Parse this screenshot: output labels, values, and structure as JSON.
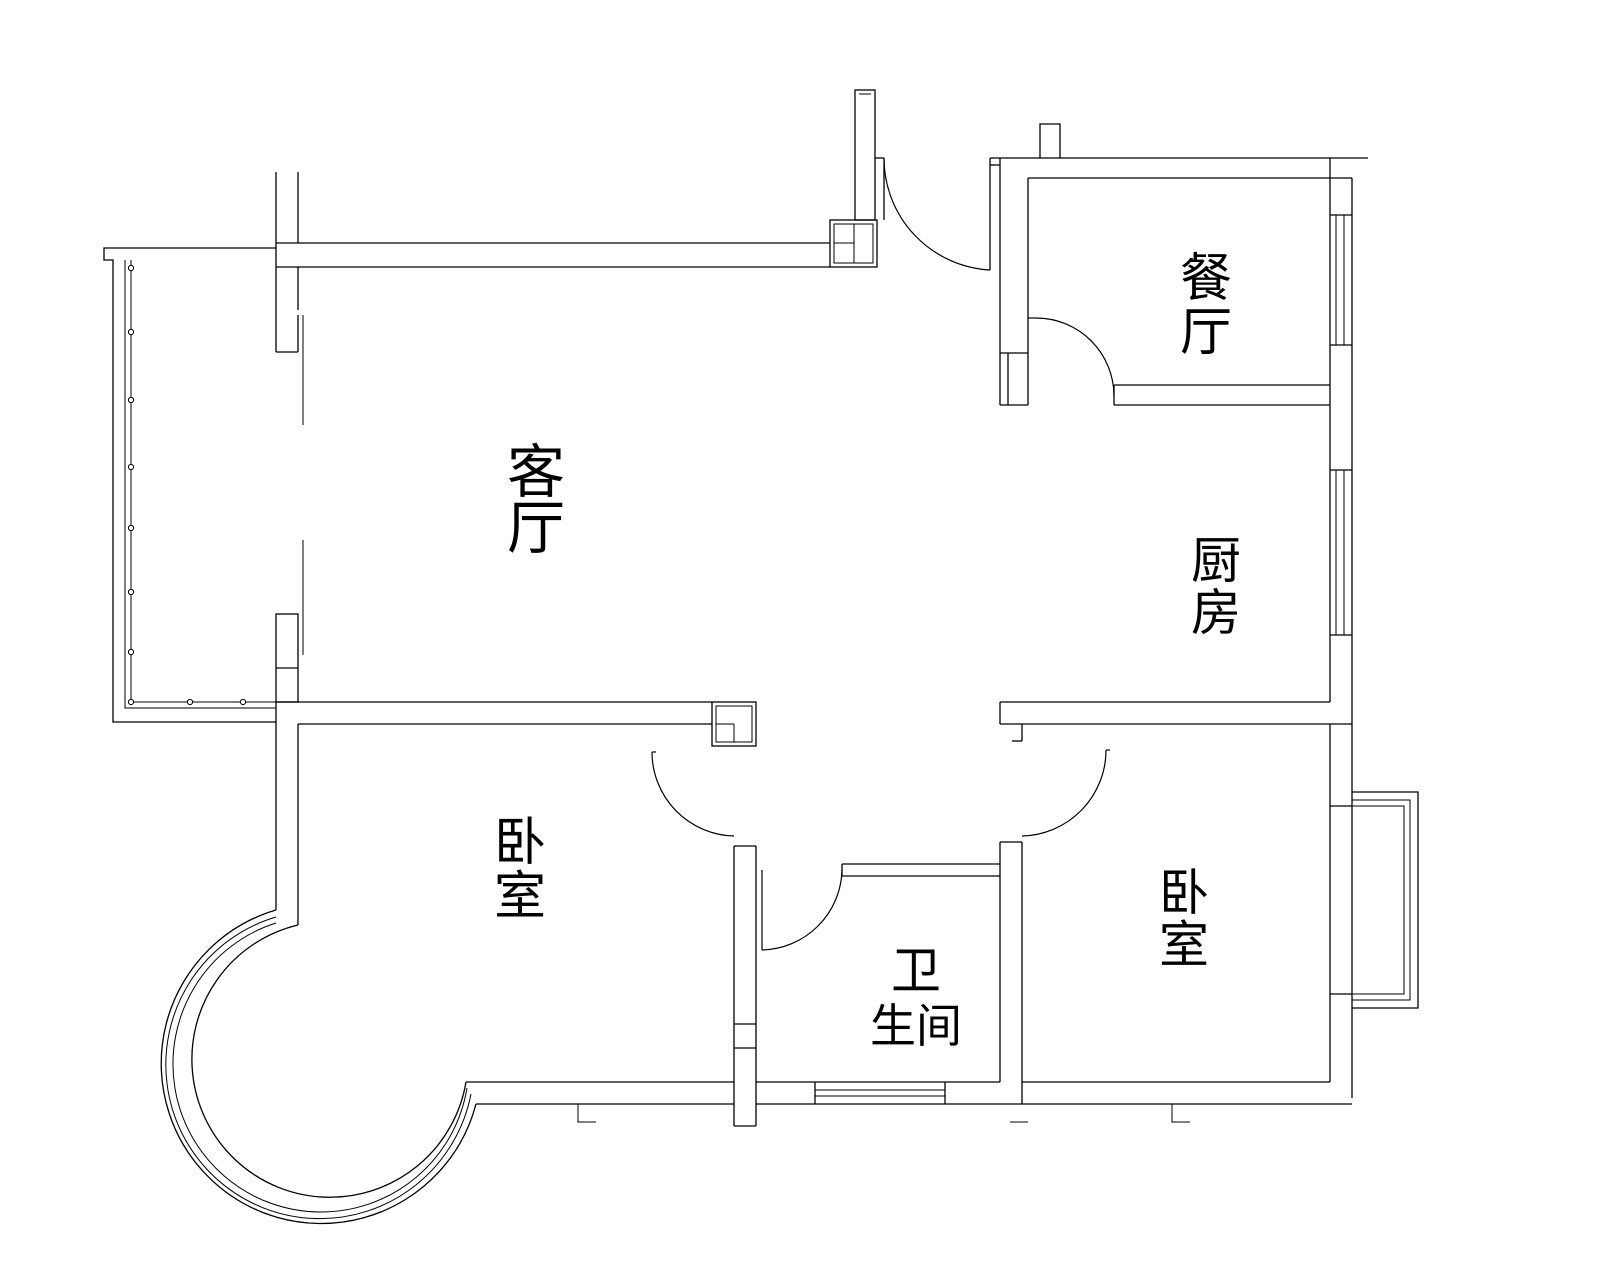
{
  "floor_plan": {
    "rooms": {
      "living_room": {
        "line1": "客",
        "line2": "厅"
      },
      "dining_room": {
        "line1": "餐",
        "line2": "厅"
      },
      "kitchen": {
        "line1": "厨",
        "line2": "房"
      },
      "bedroom_left": {
        "line1": "卧",
        "line2": "室"
      },
      "bedroom_right": {
        "line1": "卧",
        "line2": "室"
      },
      "bathroom": {
        "line1": "卫",
        "line2": "生间"
      }
    },
    "colors": {
      "line": "#000000",
      "background": "#ffffff"
    }
  }
}
